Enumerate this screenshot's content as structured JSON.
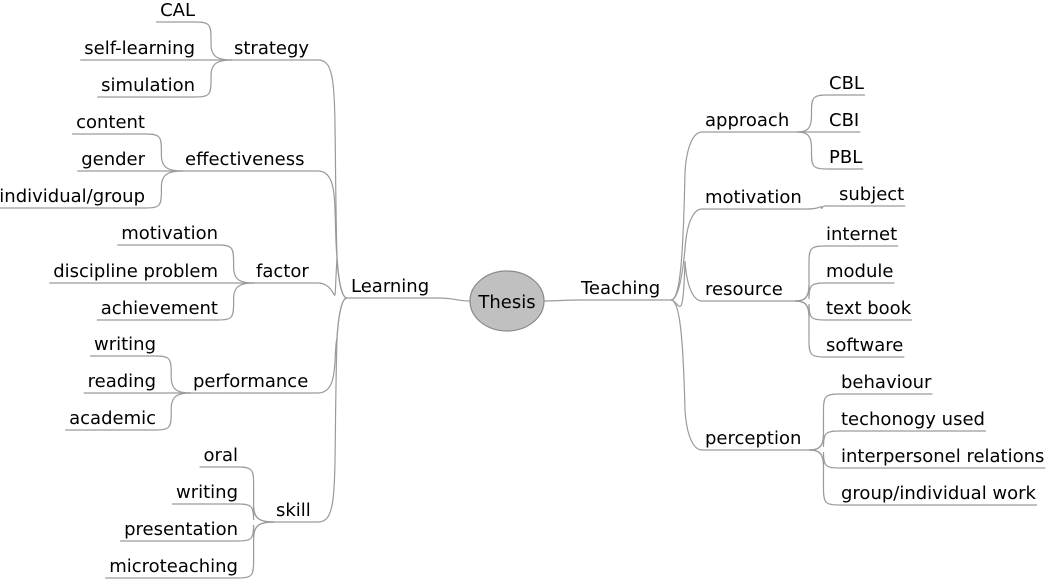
{
  "root": {
    "label": "Thesis",
    "fill": "#c0c0c0"
  },
  "line_color": "#9a9a9a",
  "left": {
    "label": "Learning",
    "children": [
      {
        "label": "strategy",
        "children": [
          "CAL",
          "self-learning",
          "simulation"
        ]
      },
      {
        "label": "effectiveness",
        "children": [
          "content",
          "gender",
          "individual/group"
        ]
      },
      {
        "label": "factor",
        "children": [
          "motivation",
          "discipline problem",
          "achievement"
        ]
      },
      {
        "label": "performance",
        "children": [
          "writing",
          "reading",
          "academic"
        ]
      },
      {
        "label": "skill",
        "children": [
          "oral",
          "writing",
          "presentation",
          "microteaching"
        ]
      }
    ]
  },
  "right": {
    "label": "Teaching",
    "children": [
      {
        "label": "approach",
        "children": [
          "CBL",
          "CBI",
          "PBL"
        ]
      },
      {
        "label": "motivation",
        "children": [
          "subject"
        ]
      },
      {
        "label": "resource",
        "children": [
          "internet",
          "module",
          "text book",
          "software"
        ]
      },
      {
        "label": "perception",
        "children": [
          "behaviour",
          "techonogy used",
          "interpersonel relations",
          "group/individual work"
        ]
      }
    ]
  }
}
